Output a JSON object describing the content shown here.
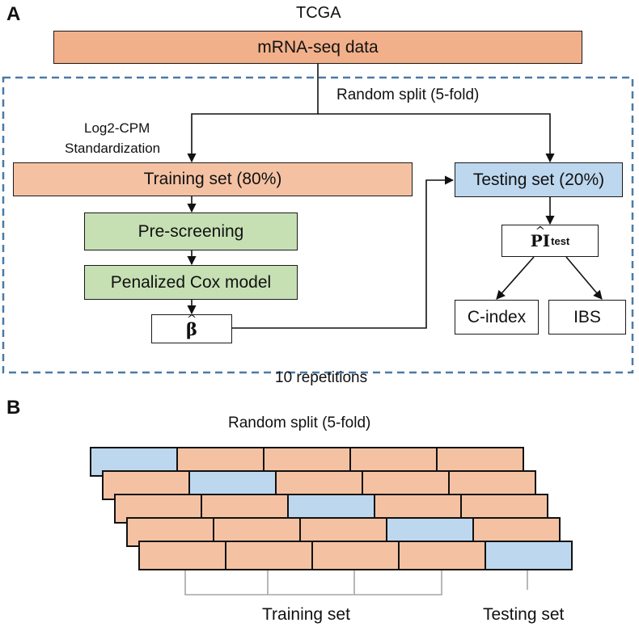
{
  "panel_a": {
    "letter": "A",
    "source_label": "TCGA",
    "data_box": "mRNA-seq data",
    "split_label": "Random split (5-fold)",
    "preprocess_line1": "Log2-CPM",
    "preprocess_line2": "Standardization",
    "training_box": "Training set (80%)",
    "testing_box": "Testing set (20%)",
    "prescreen_box": "Pre-screening",
    "cox_box": "Penalized Cox model",
    "beta_symbol": "β",
    "pi_symbol": "PI",
    "pi_subscript": "test",
    "cindex_box": "C-index",
    "ibs_box": "IBS",
    "repetitions_label": "10 repetitions"
  },
  "panel_b": {
    "letter": "B",
    "title": "Random split (5-fold)",
    "rows": [
      {
        "test_fold": 1
      },
      {
        "test_fold": 2
      },
      {
        "test_fold": 3
      },
      {
        "test_fold": 4
      },
      {
        "test_fold": 5
      }
    ],
    "training_label": "Training set",
    "testing_label": "Testing set"
  },
  "colors": {
    "train": "#f4c2a3",
    "data_box": "#f2b08a",
    "test": "#bdd7ee",
    "model": "#c6e0b4",
    "dashed_border": "#4a7aa6",
    "bracket": "#a6a6a6"
  }
}
